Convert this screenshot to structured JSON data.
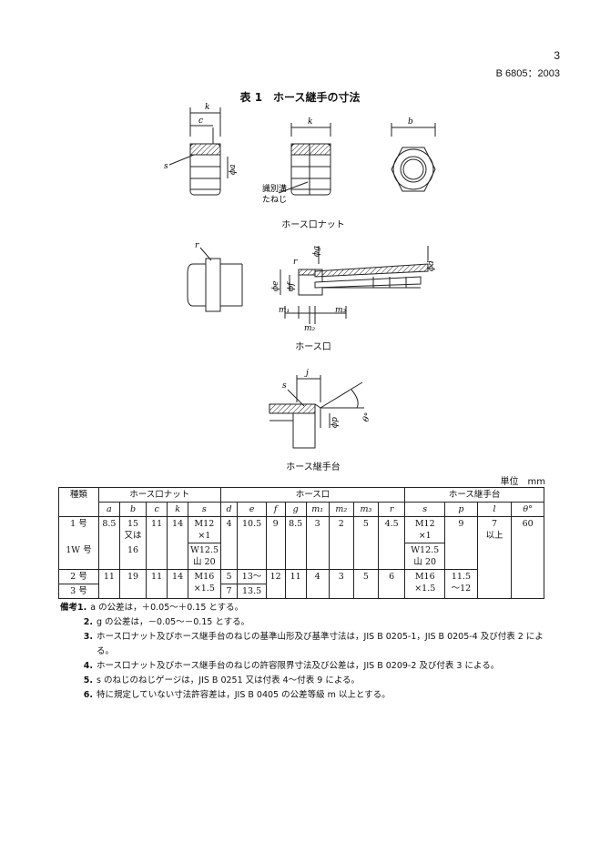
{
  "header": {
    "page_number": "3",
    "standard_number": "B 6805：2003"
  },
  "table_title": "表 1　ホース継手の寸法",
  "figures": {
    "nut_caption": "ホース口ナット",
    "port_caption": "ホース口",
    "stand_caption": "ホース継手台",
    "labels": {
      "k": "k",
      "c": "c",
      "b": "b",
      "s": "s",
      "phi_a": "ϕa",
      "groove_1": "識別溝",
      "groove_2": "たねじ",
      "r": "r",
      "phi_g": "ϕg",
      "phi_d": "ϕd",
      "phi_e": "ϕe",
      "phi_f": "ϕf",
      "m1": "m₁",
      "m2": "m₂",
      "m3": "m₃",
      "j": "j",
      "phi_p": "ϕp",
      "theta": "θ°"
    }
  },
  "unit_label": "単位　mm",
  "table": {
    "kind_header": "種類",
    "groups": [
      "ホース口ナット",
      "ホース口",
      "ホース継手台"
    ],
    "symbols": [
      "a",
      "b",
      "c",
      "k",
      "s",
      "d",
      "e",
      "f",
      "g",
      "m₁",
      "m₂",
      "m₃",
      "r",
      "s",
      "p",
      "l",
      "θ°"
    ],
    "rows": {
      "r1": {
        "kind": "1 号",
        "a": "8.5",
        "b1": "15",
        "b2": "又は",
        "c": "11",
        "k": "14",
        "s1": "M12",
        "s2": "×1",
        "d": "4",
        "e": "10.5",
        "f": "9",
        "g": "8.5",
        "m1": "3",
        "m2": "2",
        "m3": "5",
        "r": "4.5",
        "ss1": "M12",
        "ss2": "×1",
        "p": "9",
        "l1": "7",
        "l2": "以上",
        "theta": "60"
      },
      "r1w": {
        "kind": "1W 号",
        "b": "16",
        "s1": "W12.5",
        "s2": "山 20",
        "ss1": "W12.5",
        "ss2": "山 20"
      },
      "r2": {
        "kind": "2 号",
        "a": "11",
        "b": "19",
        "c": "11",
        "k": "14",
        "s1": "M16",
        "s2": "×1.5",
        "d": "5",
        "e1": "13～",
        "f": "12",
        "g": "11",
        "m1": "4",
        "m2": "3",
        "m3": "5",
        "r": "6",
        "ss1": "M16",
        "ss2": "×1.5",
        "p1": "11.5",
        "p2": "～12"
      },
      "r3": {
        "kind": "3 号",
        "d": "7",
        "e2": "13.5"
      }
    }
  },
  "notes": {
    "title": "備考",
    "items": [
      {
        "num": "1.",
        "text": "a の公差は，＋0.05～＋0.15 とする。"
      },
      {
        "num": "2.",
        "text": "g の公差は，－0.05～－0.15 とする。"
      },
      {
        "num": "3.",
        "text": "ホース口ナット及びホース継手台のねじの基準山形及び基準寸法は，JIS B 0205-1，JIS B 0205-4 及び付表 2 による。"
      },
      {
        "num": "4.",
        "text": "ホース口ナット及びホース継手台のねじの許容限界寸法及び公差は，JIS B 0209-2 及び付表 3 による。"
      },
      {
        "num": "5.",
        "text": "s のねじのねじゲージは，JIS B 0251 又は付表 4～付表 9 による。"
      },
      {
        "num": "6.",
        "text": "特に規定していない寸法許容差は，JIS B 0405 の公差等級 m 以上とする。"
      }
    ]
  }
}
